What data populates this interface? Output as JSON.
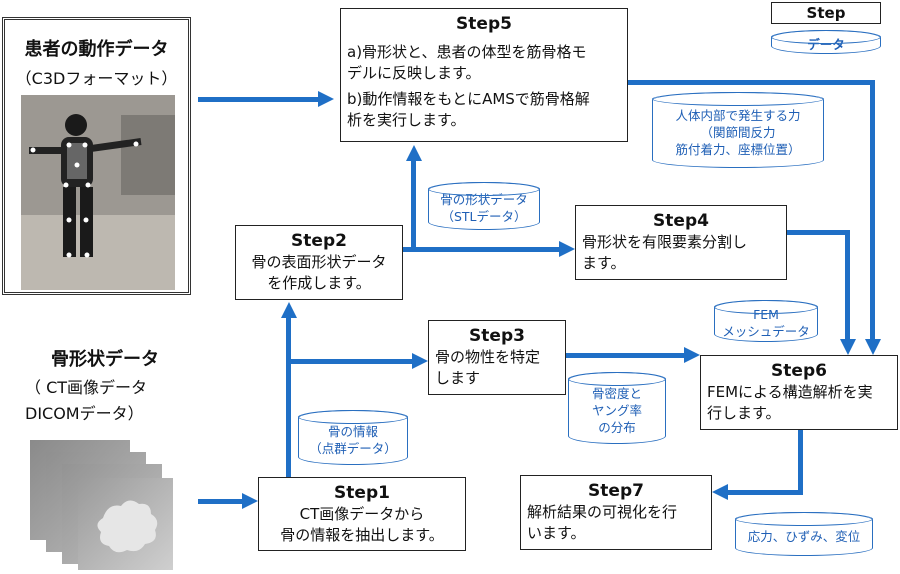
{
  "legend": {
    "step_label": "Step",
    "data_label": "データ"
  },
  "patient": {
    "title": "患者の動作データ",
    "subtitle": "（C3Dフォーマット）"
  },
  "bone": {
    "title": "骨形状データ",
    "line1": "（ CT画像データ",
    "line2": "DICOMデータ）"
  },
  "step1": {
    "title": "Step1",
    "line1": "CT画像データから",
    "line2": "骨の情報を抽出します。"
  },
  "step2": {
    "title": "Step2",
    "line1": "骨の表面形状データ",
    "line2": "を作成します。"
  },
  "step3": {
    "title": "Step3",
    "line1": "骨の物性を特定",
    "line2": "します"
  },
  "step4": {
    "title": "Step4",
    "line1": "骨形状を有限要素分割し",
    "line2": "ます。"
  },
  "step5": {
    "title": "Step5",
    "a1": "a)骨形状と、患者の体型を筋骨格モ",
    "a2": "デルに反映します。",
    "b1": "b)動作情報をもとにAMSで筋骨格解",
    "b2": "析を実行します。"
  },
  "step6": {
    "title": "Step6",
    "line1": "FEMによる構造解析を実",
    "line2": "行します。"
  },
  "step7": {
    "title": "Step7",
    "line1": "解析結果の可視化を行",
    "line2": "います。"
  },
  "data_bone_info": {
    "line1": "骨の情報",
    "line2": "（点群データ）"
  },
  "data_stl": {
    "line1": "骨の形状データ",
    "line2": "（STLデータ）"
  },
  "data_force": {
    "line1": "人体内部で発生する力",
    "line2": "（関節間反力",
    "line3": "筋付着力、座標位置）"
  },
  "data_fem": {
    "line1": "FEM",
    "line2": "メッシュデータ"
  },
  "data_density": {
    "line1": "骨密度と",
    "line2": "ヤング率",
    "line3": "の分布"
  },
  "data_stress": {
    "line1": "応力、ひずみ、変位"
  }
}
